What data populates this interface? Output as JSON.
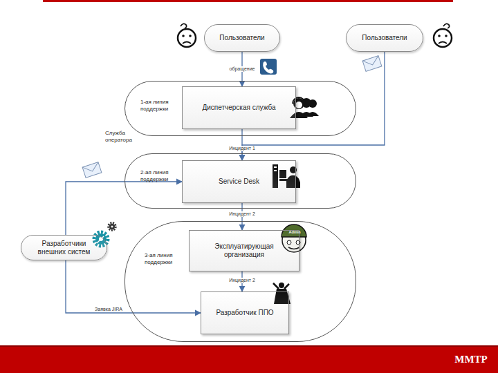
{
  "diagram": {
    "nodes": [
      {
        "text": [
          "Пользователи"
        ]
      },
      {
        "text": [
          "Пользователи"
        ]
      },
      {
        "text": [
          "1-ая линия поддержки"
        ]
      },
      {
        "text": [
          "Диспетчерская служба"
        ],
        "in": 2
      },
      {
        "text": [
          "2-ая линия поддержки"
        ]
      },
      {
        "text": [
          "Service Desk"
        ],
        "in": 4
      },
      {
        "text": [
          "3-ая линия поддержки"
        ]
      },
      {
        "text": [
          "Эксплуатирующая организация"
        ],
        "in": 6
      },
      {
        "text": [
          "Разработчик ППО"
        ],
        "in": 6
      },
      {
        "text": [
          "Разработчики внешних систем"
        ]
      }
    ],
    "edges": [
      {
        "from": 0,
        "to": 3,
        "label": "обращение",
        "arrow": "to"
      },
      {
        "from": 3,
        "to": 5,
        "label": "Инцидент 1",
        "arrow": "to"
      },
      {
        "from": 1,
        "to": 5,
        "arrow": "to"
      },
      {
        "from": 5,
        "to": 7,
        "label": "Инцидент 2",
        "arrow": "to"
      },
      {
        "from": 7,
        "to": 8,
        "label": "Инцидент 2",
        "arrow": "to"
      },
      {
        "from": 9,
        "to": 5,
        "arrow": "to"
      },
      {
        "from": 9,
        "to": 8,
        "label": "Заявка JIRA",
        "arrow": "to"
      }
    ],
    "labels": [
      "Служба оператора",
      "ММТР",
      "Admin"
    ]
  }
}
